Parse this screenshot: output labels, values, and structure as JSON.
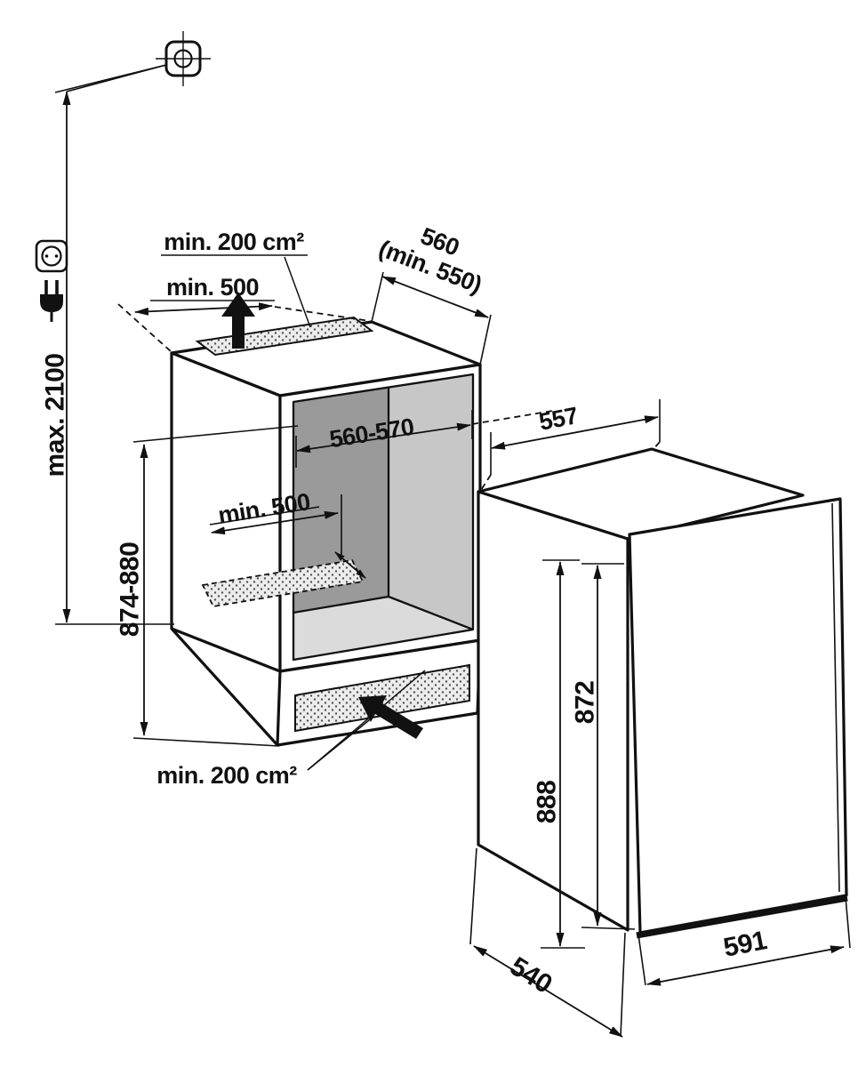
{
  "diagram": {
    "kind": "appliance-installation-drawing",
    "colors": {
      "line": "#111111",
      "interior_back_wall": "#9a9a9a",
      "interior_side_wall": "#c7c7c7",
      "interior_floor": "#dbdbdb",
      "interior_ceiling": "#f3f3f3",
      "paper": "#ffffff",
      "vent_stipple": "#555555"
    },
    "icons": {
      "connection": "crosshair-connection-icon",
      "socket": "power-socket-icon",
      "plug": "power-plug-icon",
      "airflow_top": "airflow-up-arrow",
      "airflow_bottom": "airflow-in-arrow"
    },
    "labels": {
      "max_height": "max. 2100",
      "niche_height": "874-880",
      "vent_area_top": "min. 200 cm²",
      "vent_area_bottom": "min. 200 cm²",
      "top_clearance": "min. 500",
      "floor_clearance": "min. 500",
      "niche_depth_value": "560",
      "niche_depth_min": "(min. 550)",
      "niche_width": "560-570",
      "housing_depth": "557",
      "appliance_height_total": "888",
      "appliance_height_door": "872",
      "appliance_depth": "540",
      "door_width": "591"
    }
  }
}
